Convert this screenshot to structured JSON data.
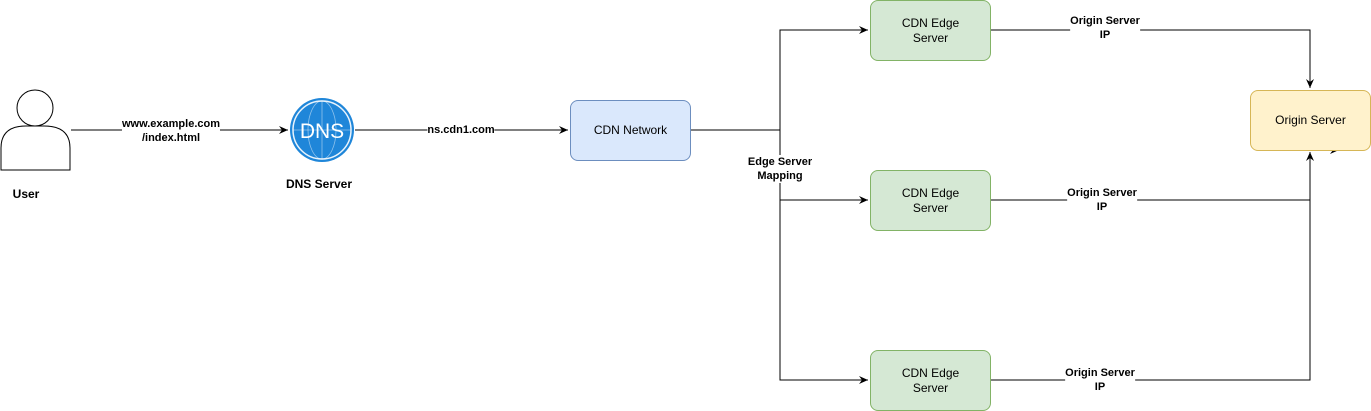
{
  "nodes": {
    "user": {
      "label": "User"
    },
    "dns": {
      "label": "DNS Server",
      "icon_text": "DNS",
      "icon_color": "#1f86d9"
    },
    "cdn": {
      "label": "CDN Network"
    },
    "edge_1": {
      "label": "CDN Edge\nServer"
    },
    "edge_2": {
      "label": "CDN Edge\nServer"
    },
    "edge_3": {
      "label": "CDN Edge\nServer"
    },
    "origin": {
      "label": "Origin Server"
    }
  },
  "edges": {
    "user_to_dns": {
      "label": "www.example.com\n/index.html"
    },
    "dns_to_cdn": {
      "label": "ns.cdn1.com"
    },
    "cdn_to_edges": {
      "label": "Edge Server\nMapping"
    },
    "edge_1_to_origin": {
      "label": "Origin Server\nIP"
    },
    "edge_2_to_origin": {
      "label": "Origin Server\nIP"
    },
    "edge_3_to_origin": {
      "label": "Origin Server\nIP"
    }
  },
  "colors": {
    "edge_fill": "#d5e8d4",
    "edge_stroke": "#82b366",
    "cdn_fill": "#dae8fc",
    "cdn_stroke": "#6c8ebf",
    "origin_fill": "#fff2cc",
    "origin_stroke": "#d6b656"
  }
}
